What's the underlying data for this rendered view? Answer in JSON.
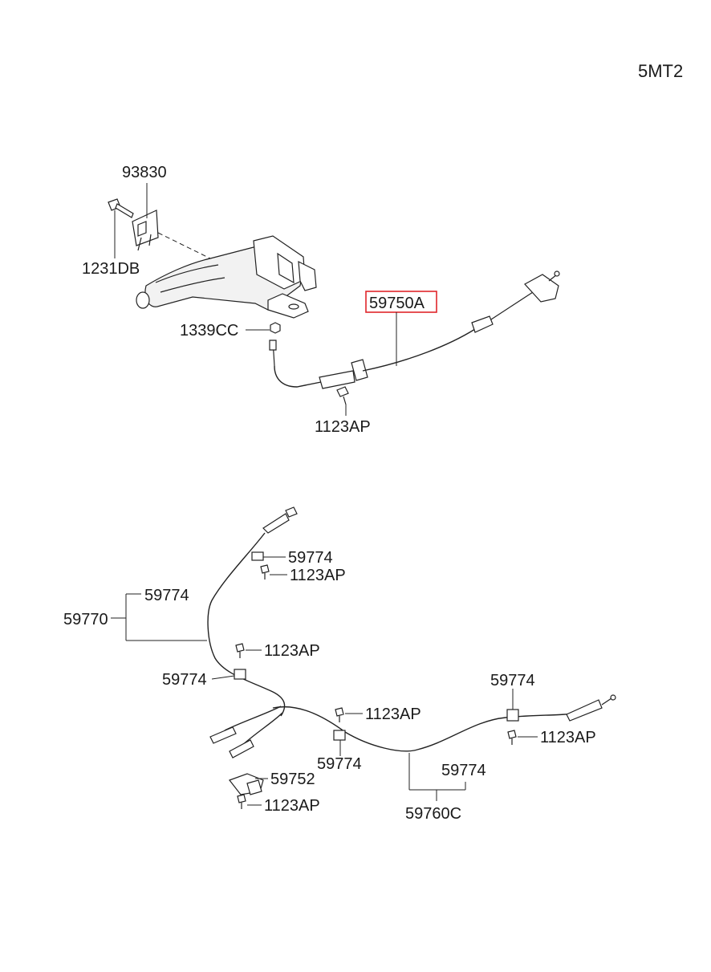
{
  "diagram_code": "5MT2",
  "highlight_color": "#e0262b",
  "labels": {
    "p93830": "93830",
    "p1231DB": "1231DB",
    "p1339CC": "1339CC",
    "p59750A": "59750A",
    "p1123AP_top": "1123AP",
    "p59774_a": "59774",
    "p1123AP_a": "1123AP",
    "p59774_b": "59774",
    "p59770": "59770",
    "p1123AP_b": "1123AP",
    "p59774_c": "59774",
    "p59774_d": "59774",
    "p1123AP_c": "1123AP",
    "p1123AP_d": "1123AP",
    "p59752": "59752",
    "p59774_e": "59774",
    "p1123AP_e": "1123AP",
    "p59774_f": "59774",
    "p59760C": "59760C"
  }
}
